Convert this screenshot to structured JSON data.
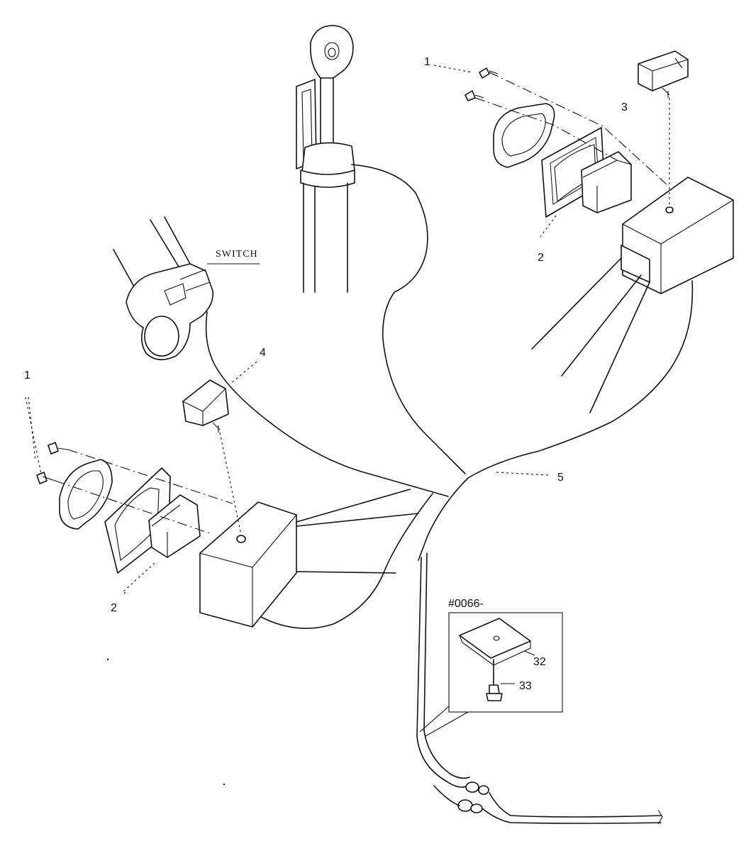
{
  "labels": {
    "switch": "SWITCH",
    "c1_top": "1",
    "c1_left": "1",
    "c2_top": "2",
    "c2_left": "2",
    "c3": "3",
    "c4": "4",
    "c5": "5",
    "inset_title": "#0066-",
    "c32": "32",
    "c33": "33"
  }
}
